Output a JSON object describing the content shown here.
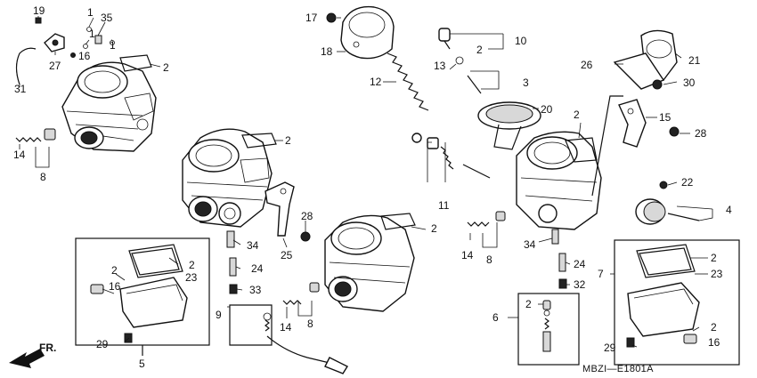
{
  "diagram_code": "MBZI—E1801A",
  "front_label": "FR.",
  "callouts": {
    "c19": "19",
    "c1a": "1",
    "c35": "35",
    "c1b": "1",
    "c1c": "1",
    "c16a": "16",
    "c27": "27",
    "c2a": "2",
    "c31": "31",
    "c14a": "14",
    "c8a": "8",
    "c17": "17",
    "c18": "18",
    "c12": "12",
    "c2b": "2",
    "c28a": "28",
    "c25": "25",
    "c34a": "34",
    "c24a": "24",
    "c33": "33",
    "c9": "9",
    "c14b": "14",
    "c8b": "8",
    "c2c": "2",
    "c23a": "23",
    "c2d": "2",
    "c16b": "16",
    "c29a": "29",
    "c5": "5",
    "c10": "10",
    "c2e": "2",
    "c13": "13",
    "c3": "3",
    "c20": "20",
    "c2f": "2",
    "c11": "11",
    "c2g": "2",
    "c14c": "14",
    "c8c": "8",
    "c34b": "34",
    "c24b": "24",
    "c32": "32",
    "c2h": "2",
    "c6": "6",
    "c26": "26",
    "c21": "21",
    "c30": "30",
    "c15": "15",
    "c28b": "28",
    "c22": "22",
    "c4": "4",
    "c7": "7",
    "c2i": "2",
    "c23b": "23",
    "c2j": "2",
    "c16c": "16",
    "c29b": "29"
  }
}
